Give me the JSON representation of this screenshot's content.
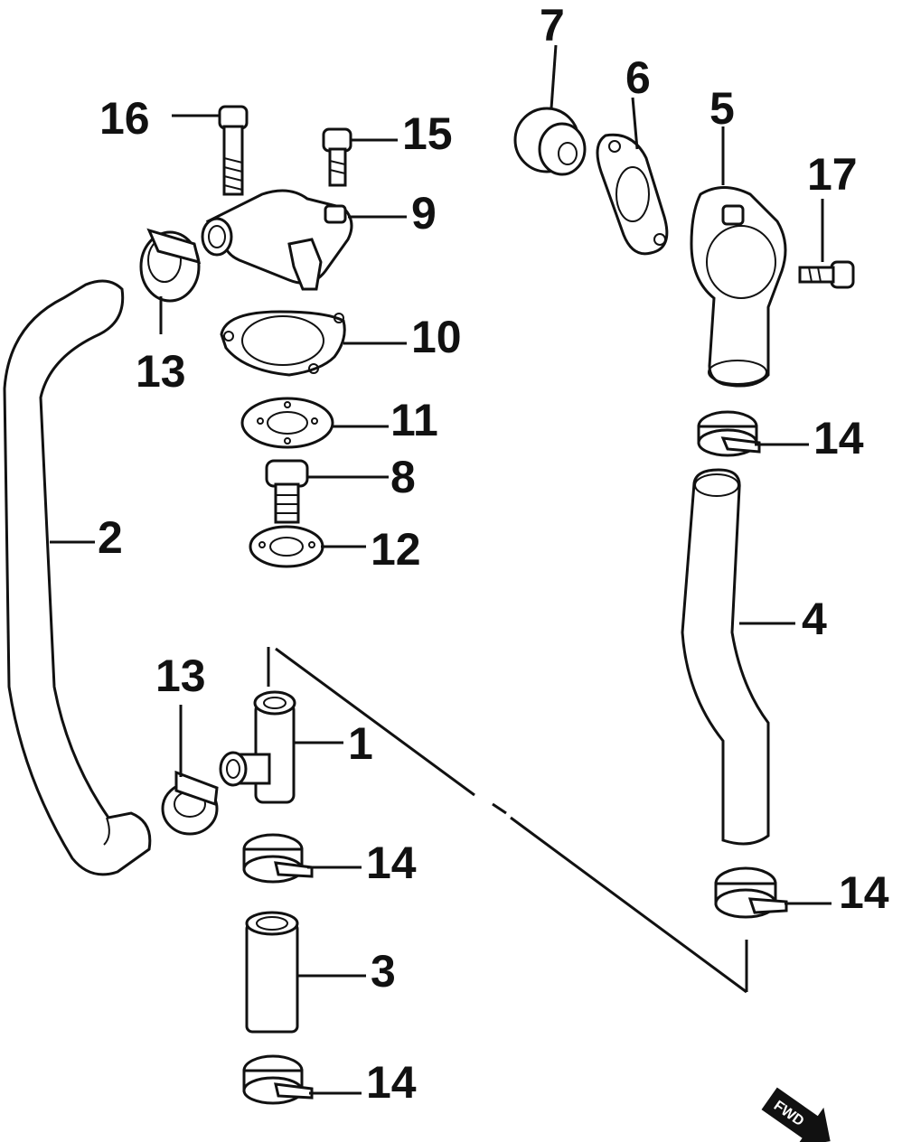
{
  "callouts": [
    {
      "id": "1",
      "text": "1"
    },
    {
      "id": "2",
      "text": "2"
    },
    {
      "id": "3",
      "text": "3"
    },
    {
      "id": "4",
      "text": "4"
    },
    {
      "id": "5",
      "text": "5"
    },
    {
      "id": "6",
      "text": "6"
    },
    {
      "id": "7",
      "text": "7"
    },
    {
      "id": "8",
      "text": "8"
    },
    {
      "id": "9",
      "text": "9"
    },
    {
      "id": "10",
      "text": "10"
    },
    {
      "id": "11",
      "text": "11"
    },
    {
      "id": "12",
      "text": "12"
    },
    {
      "id": "13a",
      "text": "13"
    },
    {
      "id": "13b",
      "text": "13"
    },
    {
      "id": "14a",
      "text": "14"
    },
    {
      "id": "14b",
      "text": "14"
    },
    {
      "id": "14c",
      "text": "14"
    },
    {
      "id": "14d",
      "text": "14"
    },
    {
      "id": "15",
      "text": "15"
    },
    {
      "id": "16",
      "text": "16"
    },
    {
      "id": "17",
      "text": "17"
    }
  ],
  "direction_marker": {
    "text": "FWD",
    "icon": "forward-arrow-icon"
  }
}
